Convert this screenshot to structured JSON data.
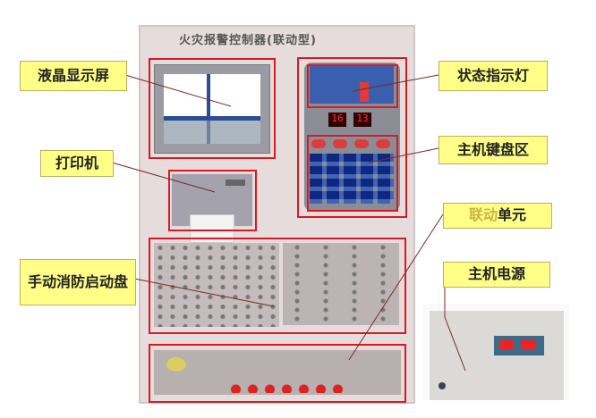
{
  "panel": {
    "title": "火灾报警控制器(联动型)"
  },
  "labels": {
    "lcd": "液晶显示屏",
    "printer": "打印机",
    "manual": "手动消防启动盘",
    "status": "状态指示灯",
    "keyboard": "主机键盘区",
    "linkage_highlight": "联动",
    "linkage_rest": "单元",
    "power": "主机电源"
  },
  "display": {
    "left": "16",
    "right": "13"
  },
  "colors": {
    "highlight_box": "#d91a24",
    "label_bg": "#ffff88",
    "label_highlight_text": "#c8b640"
  }
}
